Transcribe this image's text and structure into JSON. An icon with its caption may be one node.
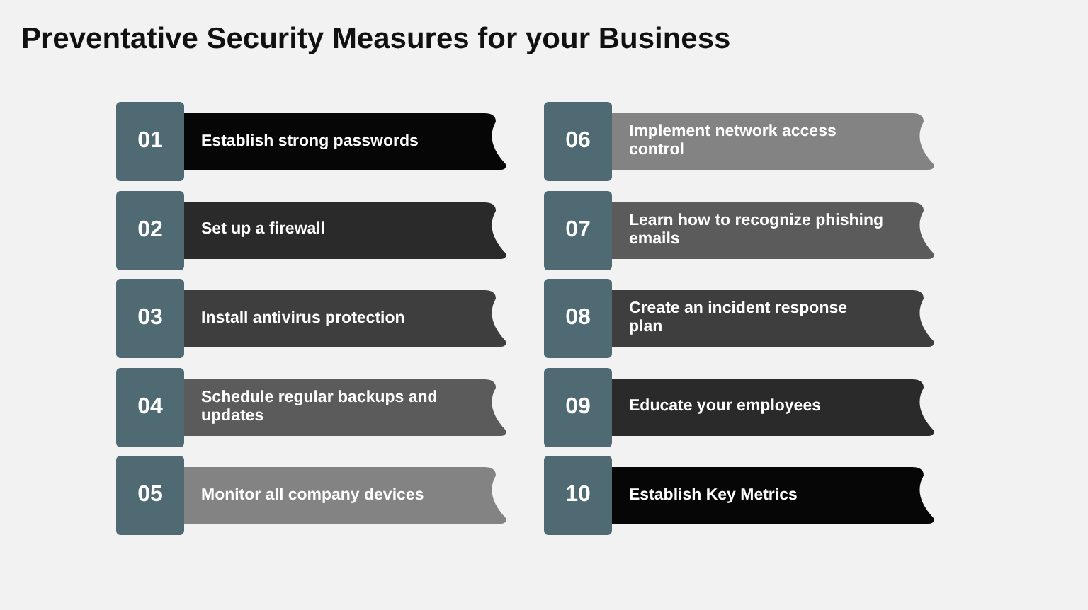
{
  "diagram": {
    "title": "Preventative Security Measures for your Business",
    "nodes": [
      {
        "text": [
          "01",
          "Establish strong passwords"
        ]
      },
      {
        "text": [
          "02",
          "Set up a firewall"
        ]
      },
      {
        "text": [
          "03",
          "Install antivirus protection"
        ]
      },
      {
        "text": [
          "04",
          "Schedule regular backups and updates"
        ]
      },
      {
        "text": [
          "05",
          "Monitor all company devices"
        ]
      },
      {
        "text": [
          "06",
          "Implement network access control"
        ]
      },
      {
        "text": [
          "07",
          "Learn how to recognize phishing emails"
        ]
      },
      {
        "text": [
          "08",
          "Create an incident response plan"
        ]
      },
      {
        "text": [
          "09",
          "Educate your employees"
        ]
      },
      {
        "text": [
          "10",
          "Establish Key Metrics"
        ]
      }
    ]
  }
}
